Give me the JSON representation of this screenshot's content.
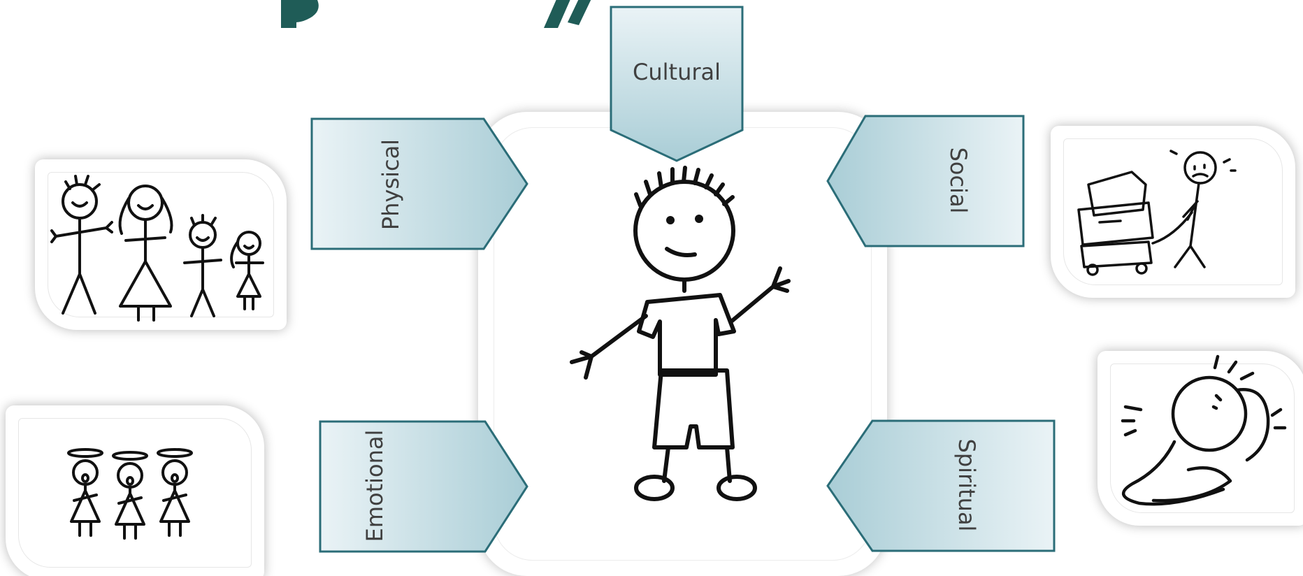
{
  "diagram": {
    "dimensions": {
      "cultural": "Cultural",
      "physical": "Physical",
      "social": "Social",
      "emotional": "Emotional",
      "spiritual": "Spiritual"
    },
    "colors": {
      "arrow_fill_light": "#eaf3f6",
      "arrow_fill_dark": "#a9cdd6",
      "arrow_border": "#2b6d78",
      "title_color": "#1f5c57",
      "sketch_line": "#111111"
    },
    "illustrations": {
      "center": "stick-boy-waving",
      "top_left": "stick-figure-family",
      "bottom_left": "three-singing-angels",
      "top_right": "stick-figure-pulling-cart",
      "bottom_right": "worried-person-sitting"
    }
  }
}
